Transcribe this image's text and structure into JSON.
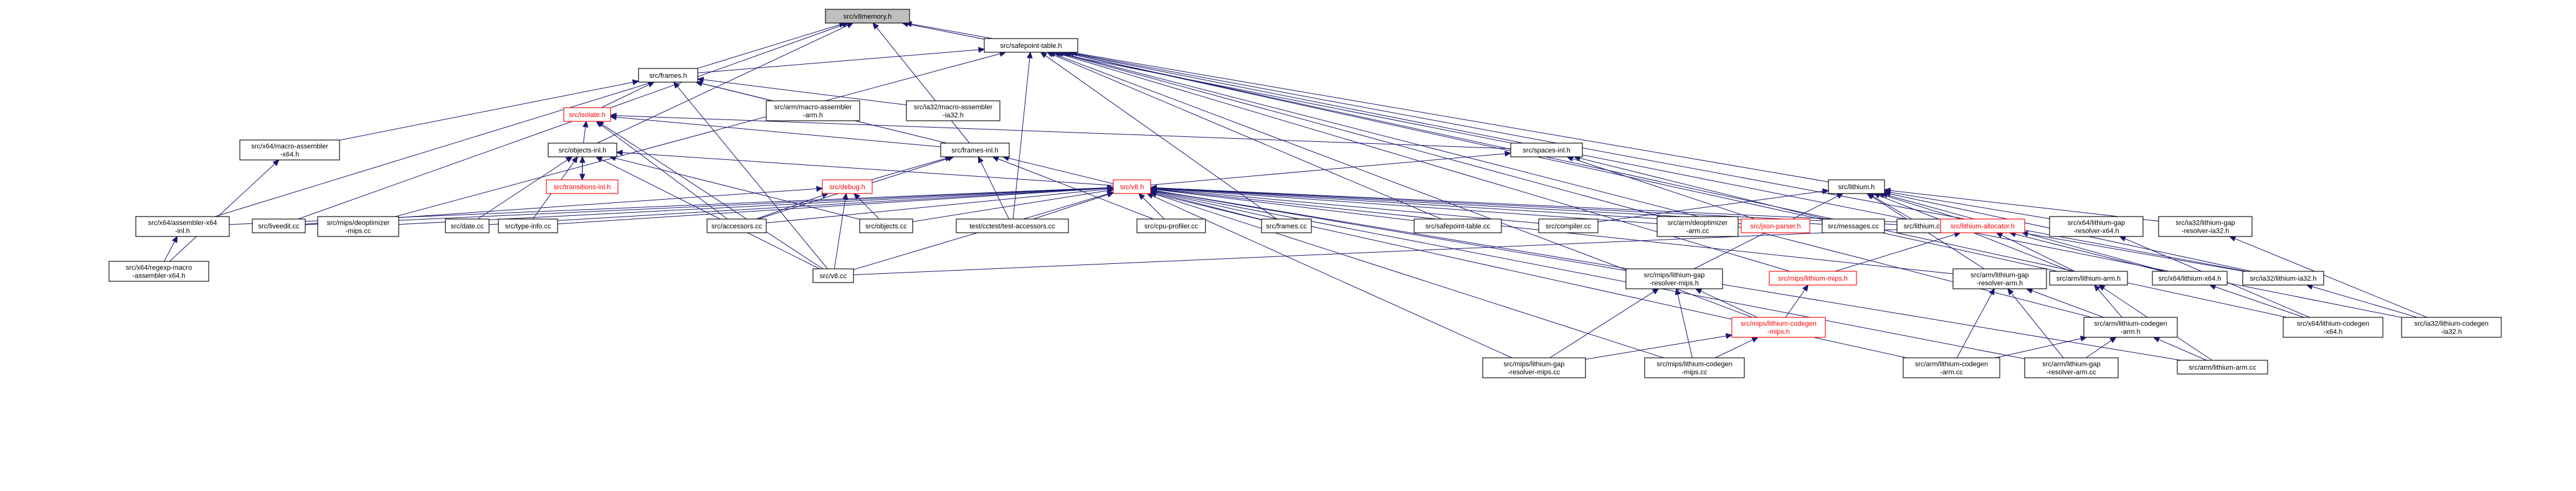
{
  "graph": {
    "nodes": [
      {
        "id": "root",
        "lines": [
          "src/v8memory.h"
        ],
        "style": "root"
      },
      {
        "id": "safepoint_h",
        "lines": [
          "src/safepoint-table.h"
        ],
        "style": "normal"
      },
      {
        "id": "frames_h",
        "lines": [
          "src/frames.h"
        ],
        "style": "normal"
      },
      {
        "id": "isolate_h",
        "lines": [
          "src/isolate.h"
        ],
        "style": "red"
      },
      {
        "id": "arm_macro",
        "lines": [
          "src/arm/macro-assembler",
          "-arm.h"
        ],
        "style": "normal"
      },
      {
        "id": "ia32_macro",
        "lines": [
          "src/ia32/macro-assembler",
          "-ia32.h"
        ],
        "style": "normal"
      },
      {
        "id": "x64_macro",
        "lines": [
          "src/x64/macro-assembler",
          "-x64.h"
        ],
        "style": "normal"
      },
      {
        "id": "objects_inl",
        "lines": [
          "src/objects-inl.h"
        ],
        "style": "normal"
      },
      {
        "id": "frames_inl",
        "lines": [
          "src/frames-inl.h"
        ],
        "style": "normal"
      },
      {
        "id": "spaces_inl",
        "lines": [
          "src/spaces-inl.h"
        ],
        "style": "normal"
      },
      {
        "id": "transitions_inl",
        "lines": [
          "src/transitions-inl.h"
        ],
        "style": "red"
      },
      {
        "id": "debug_h",
        "lines": [
          "src/debug.h"
        ],
        "style": "red"
      },
      {
        "id": "v8_h",
        "lines": [
          "src/v8.h"
        ],
        "style": "red"
      },
      {
        "id": "lithium_h",
        "lines": [
          "src/lithium.h"
        ],
        "style": "normal"
      },
      {
        "id": "x64_asm_inl",
        "lines": [
          "src/x64/assembler-x64",
          "-inl.h"
        ],
        "style": "normal"
      },
      {
        "id": "x64_regexp",
        "lines": [
          "src/x64/regexp-macro",
          "-assembler-x64.h"
        ],
        "style": "normal"
      },
      {
        "id": "liveedit",
        "lines": [
          "src/liveedit.cc"
        ],
        "style": "normal"
      },
      {
        "id": "mips_deopt",
        "lines": [
          "src/mips/deoptimizer",
          "-mips.cc"
        ],
        "style": "normal"
      },
      {
        "id": "date_cc",
        "lines": [
          "src/date.cc"
        ],
        "style": "normal"
      },
      {
        "id": "typeinfo_cc",
        "lines": [
          "src/type-info.cc"
        ],
        "style": "normal"
      },
      {
        "id": "accessors_cc",
        "lines": [
          "src/accessors.cc"
        ],
        "style": "normal"
      },
      {
        "id": "objects_cc",
        "lines": [
          "src/objects.cc"
        ],
        "style": "normal"
      },
      {
        "id": "test_accessors",
        "lines": [
          "test/cctest/test-accessors.cc"
        ],
        "style": "normal"
      },
      {
        "id": "cpu_profiler",
        "lines": [
          "src/cpu-profiler.cc"
        ],
        "style": "normal"
      },
      {
        "id": "frames_cc",
        "lines": [
          "src/frames.cc"
        ],
        "style": "normal"
      },
      {
        "id": "safepoint_cc",
        "lines": [
          "src/safepoint-table.cc"
        ],
        "style": "normal"
      },
      {
        "id": "compiler_cc",
        "lines": [
          "src/compiler.cc"
        ],
        "style": "normal"
      },
      {
        "id": "arm_deopt",
        "lines": [
          "src/arm/deoptimizer",
          "-arm.cc"
        ],
        "style": "normal"
      },
      {
        "id": "json_parser",
        "lines": [
          "src/json-parser.h"
        ],
        "style": "red"
      },
      {
        "id": "messages_cc",
        "lines": [
          "src/messages.cc"
        ],
        "style": "normal"
      },
      {
        "id": "lithium_cc",
        "lines": [
          "src/lithium.cc"
        ],
        "style": "normal"
      },
      {
        "id": "lithium_alloc",
        "lines": [
          "src/lithium-allocator.h"
        ],
        "style": "red"
      },
      {
        "id": "x64_gap",
        "lines": [
          "src/x64/lithium-gap",
          "-resolver-x64.h"
        ],
        "style": "normal"
      },
      {
        "id": "ia32_gap",
        "lines": [
          "src/ia32/lithium-gap",
          "-resolver-ia32.h"
        ],
        "style": "normal"
      },
      {
        "id": "v8_cc",
        "lines": [
          "src/v8.cc"
        ],
        "style": "normal"
      },
      {
        "id": "mips_gap_h",
        "lines": [
          "src/mips/lithium-gap",
          "-resolver-mips.h"
        ],
        "style": "normal"
      },
      {
        "id": "mips_lithium_h",
        "lines": [
          "src/mips/lithium-mips.h"
        ],
        "style": "red"
      },
      {
        "id": "arm_gap_h",
        "lines": [
          "src/arm/lithium-gap",
          "-resolver-arm.h"
        ],
        "style": "normal"
      },
      {
        "id": "arm_lithium_h",
        "lines": [
          "src/arm/lithium-arm.h"
        ],
        "style": "normal"
      },
      {
        "id": "x64_lithium_h",
        "lines": [
          "src/x64/lithium-x64.h"
        ],
        "style": "normal"
      },
      {
        "id": "ia32_lithium_h",
        "lines": [
          "src/ia32/lithium-ia32.h"
        ],
        "style": "normal"
      },
      {
        "id": "mips_codegen_h",
        "lines": [
          "src/mips/lithium-codegen",
          "-mips.h"
        ],
        "style": "red"
      },
      {
        "id": "arm_codegen_h",
        "lines": [
          "src/arm/lithium-codegen",
          "-arm.h"
        ],
        "style": "normal"
      },
      {
        "id": "x64_codegen_h",
        "lines": [
          "src/x64/lithium-codegen",
          "-x64.h"
        ],
        "style": "normal"
      },
      {
        "id": "ia32_codegen_h",
        "lines": [
          "src/ia32/lithium-codegen",
          "-ia32.h"
        ],
        "style": "normal"
      },
      {
        "id": "mips_gap_cc",
        "lines": [
          "src/mips/lithium-gap",
          "-resolver-mips.cc"
        ],
        "style": "normal"
      },
      {
        "id": "mips_codegen_cc",
        "lines": [
          "src/mips/lithium-codegen",
          "-mips.cc"
        ],
        "style": "normal"
      },
      {
        "id": "arm_codegen_cc",
        "lines": [
          "src/arm/lithium-codegen",
          "-arm.cc"
        ],
        "style": "normal"
      },
      {
        "id": "arm_gap_cc",
        "lines": [
          "src/arm/lithium-gap",
          "-resolver-arm.cc"
        ],
        "style": "normal"
      },
      {
        "id": "arm_lithium_cc",
        "lines": [
          "src/arm/lithium-arm.cc"
        ],
        "style": "normal"
      }
    ],
    "edges": [
      [
        "root",
        "safepoint_h"
      ],
      [
        "root",
        "frames_inl"
      ],
      [
        "root",
        "objects_inl"
      ],
      [
        "root",
        "spaces_inl"
      ],
      [
        "root",
        "liveedit"
      ],
      [
        "root",
        "x64_asm_inl"
      ],
      [
        "safepoint_h",
        "frames_h"
      ],
      [
        "safepoint_h",
        "lithium_h"
      ],
      [
        "safepoint_h",
        "safepoint_cc"
      ],
      [
        "safepoint_h",
        "frames_cc"
      ],
      [
        "safepoint_h",
        "test_accessors"
      ],
      [
        "safepoint_h",
        "mips_deopt"
      ],
      [
        "safepoint_h",
        "arm_deopt"
      ],
      [
        "safepoint_h",
        "mips_codegen_h"
      ],
      [
        "safepoint_h",
        "arm_codegen_h"
      ],
      [
        "safepoint_h",
        "x64_codegen_h"
      ],
      [
        "safepoint_h",
        "ia32_codegen_h"
      ],
      [
        "safepoint_h",
        "mips_lithium_h"
      ],
      [
        "safepoint_h",
        "arm_lithium_h"
      ],
      [
        "safepoint_h",
        "ia32_lithium_h"
      ],
      [
        "frames_h",
        "isolate_h"
      ],
      [
        "frames_h",
        "arm_macro"
      ],
      [
        "frames_h",
        "ia32_macro"
      ],
      [
        "frames_h",
        "x64_macro"
      ],
      [
        "frames_h",
        "frames_inl"
      ],
      [
        "frames_h",
        "v8_cc"
      ],
      [
        "isolate_h",
        "objects_inl"
      ],
      [
        "isolate_h",
        "frames_inl"
      ],
      [
        "isolate_h",
        "spaces_inl"
      ],
      [
        "isolate_h",
        "accessors_cc"
      ],
      [
        "isolate_h",
        "v8_cc"
      ],
      [
        "x64_macro",
        "x64_regexp"
      ],
      [
        "objects_inl",
        "transitions_inl"
      ],
      [
        "objects_inl",
        "v8_h"
      ],
      [
        "objects_inl",
        "date_cc"
      ],
      [
        "objects_inl",
        "typeinfo_cc"
      ],
      [
        "objects_inl",
        "objects_cc"
      ],
      [
        "objects_inl",
        "v8_cc"
      ],
      [
        "transitions_inl",
        "objects_inl"
      ],
      [
        "frames_inl",
        "debug_h"
      ],
      [
        "frames_inl",
        "test_accessors"
      ],
      [
        "frames_inl",
        "cpu_profiler"
      ],
      [
        "frames_inl",
        "frames_cc"
      ],
      [
        "frames_inl",
        "accessors_cc"
      ],
      [
        "spaces_inl",
        "v8_h"
      ],
      [
        "spaces_inl",
        "json_parser"
      ],
      [
        "spaces_inl",
        "messages_cc"
      ],
      [
        "debug_h",
        "liveedit"
      ],
      [
        "debug_h",
        "objects_cc"
      ],
      [
        "debug_h",
        "accessors_cc"
      ],
      [
        "debug_h",
        "v8_cc"
      ],
      [
        "v8_h",
        "x64_asm_inl"
      ],
      [
        "v8_h",
        "liveedit"
      ],
      [
        "v8_h",
        "mips_deopt"
      ],
      [
        "v8_h",
        "date_cc"
      ],
      [
        "v8_h",
        "typeinfo_cc"
      ],
      [
        "v8_h",
        "accessors_cc"
      ],
      [
        "v8_h",
        "objects_cc"
      ],
      [
        "v8_h",
        "test_accessors"
      ],
      [
        "v8_h",
        "cpu_profiler"
      ],
      [
        "v8_h",
        "frames_cc"
      ],
      [
        "v8_h",
        "safepoint_cc"
      ],
      [
        "v8_h",
        "compiler_cc"
      ],
      [
        "v8_h",
        "arm_deopt"
      ],
      [
        "v8_h",
        "json_parser"
      ],
      [
        "v8_h",
        "messages_cc"
      ],
      [
        "v8_h",
        "lithium_cc"
      ],
      [
        "v8_h",
        "lithium_alloc"
      ],
      [
        "v8_h",
        "v8_cc"
      ],
      [
        "v8_h",
        "mips_gap_h"
      ],
      [
        "v8_h",
        "mips_codegen_cc"
      ],
      [
        "v8_h",
        "arm_gap_h"
      ],
      [
        "v8_h",
        "arm_lithium_cc"
      ],
      [
        "v8_h",
        "mips_gap_cc"
      ],
      [
        "v8_h",
        "arm_gap_cc"
      ],
      [
        "v8_h",
        "arm_codegen_cc"
      ],
      [
        "lithium_h",
        "compiler_cc"
      ],
      [
        "lithium_h",
        "lithium_cc"
      ],
      [
        "lithium_h",
        "lithium_alloc"
      ],
      [
        "lithium_h",
        "x64_gap"
      ],
      [
        "lithium_h",
        "ia32_gap"
      ],
      [
        "lithium_h",
        "mips_gap_h"
      ],
      [
        "lithium_h",
        "arm_gap_h"
      ],
      [
        "lithium_h",
        "x64_lithium_h"
      ],
      [
        "lithium_h",
        "ia32_lithium_h"
      ],
      [
        "lithium_h",
        "arm_lithium_h"
      ],
      [
        "x64_asm_inl",
        "x64_regexp"
      ],
      [
        "lithium_alloc",
        "v8_cc"
      ],
      [
        "lithium_alloc",
        "arm_lithium_h"
      ],
      [
        "lithium_alloc",
        "x64_lithium_h"
      ],
      [
        "lithium_alloc",
        "ia32_lithium_h"
      ],
      [
        "lithium_alloc",
        "mips_lithium_h"
      ],
      [
        "x64_gap",
        "x64_codegen_h"
      ],
      [
        "ia32_gap",
        "ia32_codegen_h"
      ],
      [
        "mips_gap_h",
        "mips_codegen_h"
      ],
      [
        "mips_gap_h",
        "mips_gap_cc"
      ],
      [
        "mips_gap_h",
        "mips_codegen_cc"
      ],
      [
        "mips_lithium_h",
        "mips_codegen_h"
      ],
      [
        "arm_gap_h",
        "arm_codegen_h"
      ],
      [
        "arm_gap_h",
        "arm_codegen_cc"
      ],
      [
        "arm_gap_h",
        "arm_gap_cc"
      ],
      [
        "arm_lithium_h",
        "arm_codegen_h"
      ],
      [
        "arm_lithium_h",
        "arm_lithium_cc"
      ],
      [
        "x64_lithium_h",
        "x64_codegen_h"
      ],
      [
        "ia32_lithium_h",
        "ia32_codegen_h"
      ],
      [
        "mips_codegen_h",
        "mips_gap_cc"
      ],
      [
        "mips_codegen_h",
        "mips_codegen_cc"
      ],
      [
        "arm_codegen_h",
        "arm_codegen_cc"
      ],
      [
        "arm_codegen_h",
        "arm_gap_cc"
      ],
      [
        "arm_codegen_h",
        "arm_lithium_cc"
      ]
    ]
  }
}
